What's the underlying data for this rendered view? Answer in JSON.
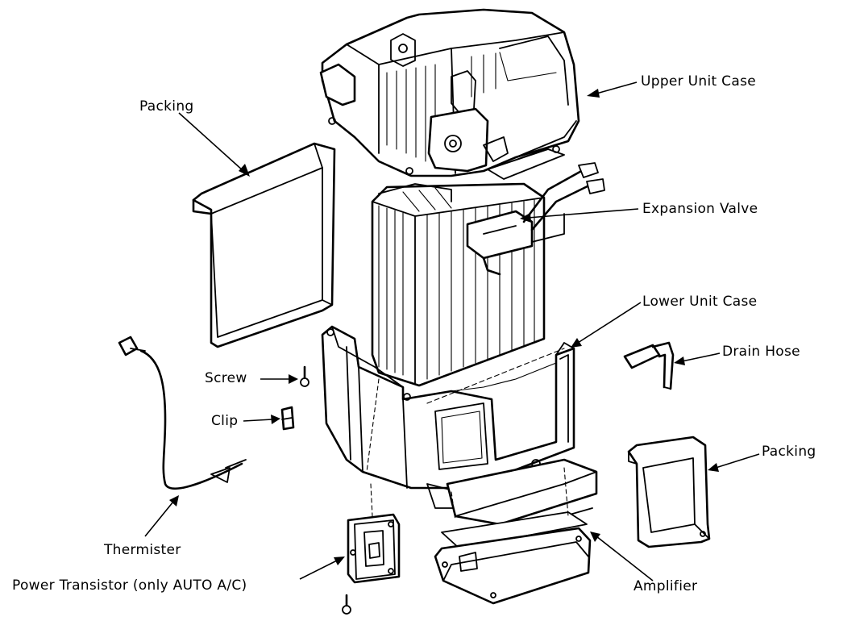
{
  "labels": {
    "upper_unit_case": "Upper Unit Case",
    "packing_top": "Packing",
    "expansion_valve": "Expansion Valve",
    "lower_unit_case": "Lower Unit Case",
    "drain_hose": "Drain Hose",
    "screw": "Screw",
    "clip": "Clip",
    "packing_right": "Packing",
    "thermister": "Thermister",
    "power_transistor": "Power Transistor (only AUTO A/C)",
    "amplifier": "Amplifier"
  },
  "colors": {
    "ink": "#000000",
    "paper": "#ffffff"
  }
}
